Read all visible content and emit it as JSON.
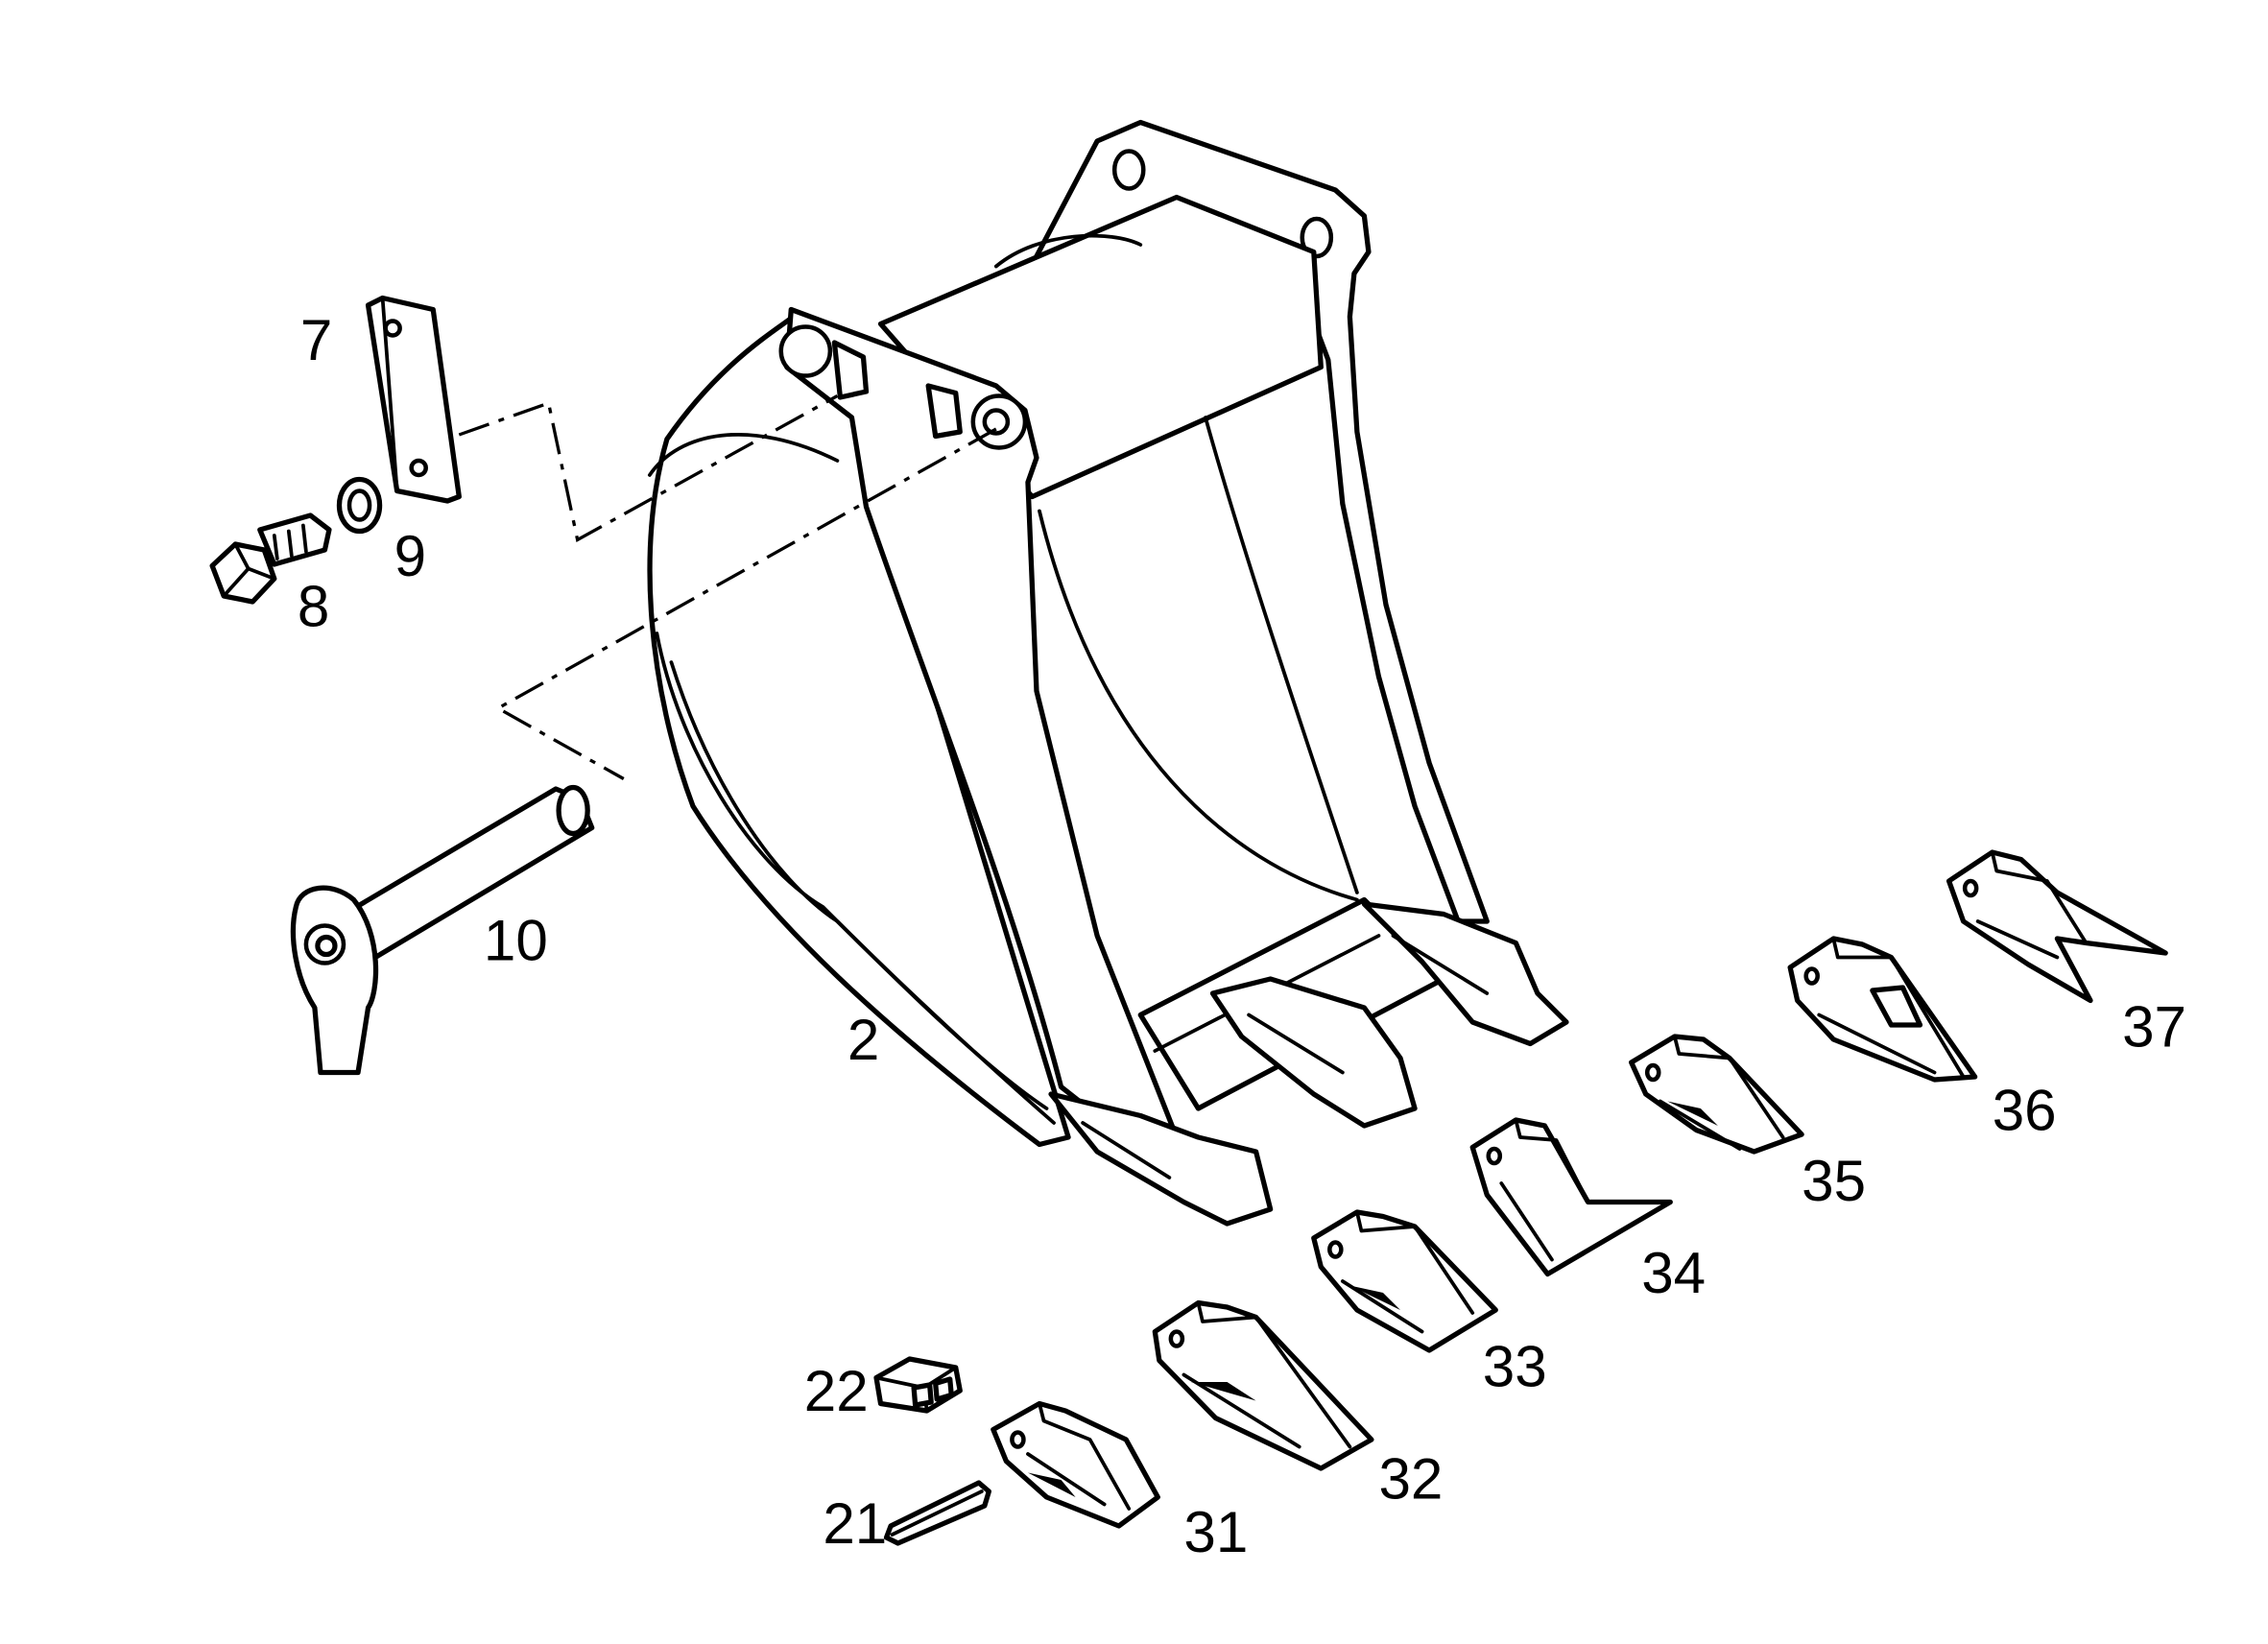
{
  "callouts": {
    "bucket": "2",
    "plate": "7",
    "bolt": "8",
    "washer": "9",
    "pin": "10",
    "retainer_pin": "21",
    "lock": "22",
    "tooth_31": "31",
    "tooth_32": "32",
    "tooth_33": "33",
    "tooth_34": "34",
    "tooth_35": "35",
    "tooth_36": "36",
    "tooth_37": "37"
  },
  "colors": {
    "line": "#000000",
    "background": "#ffffff"
  }
}
